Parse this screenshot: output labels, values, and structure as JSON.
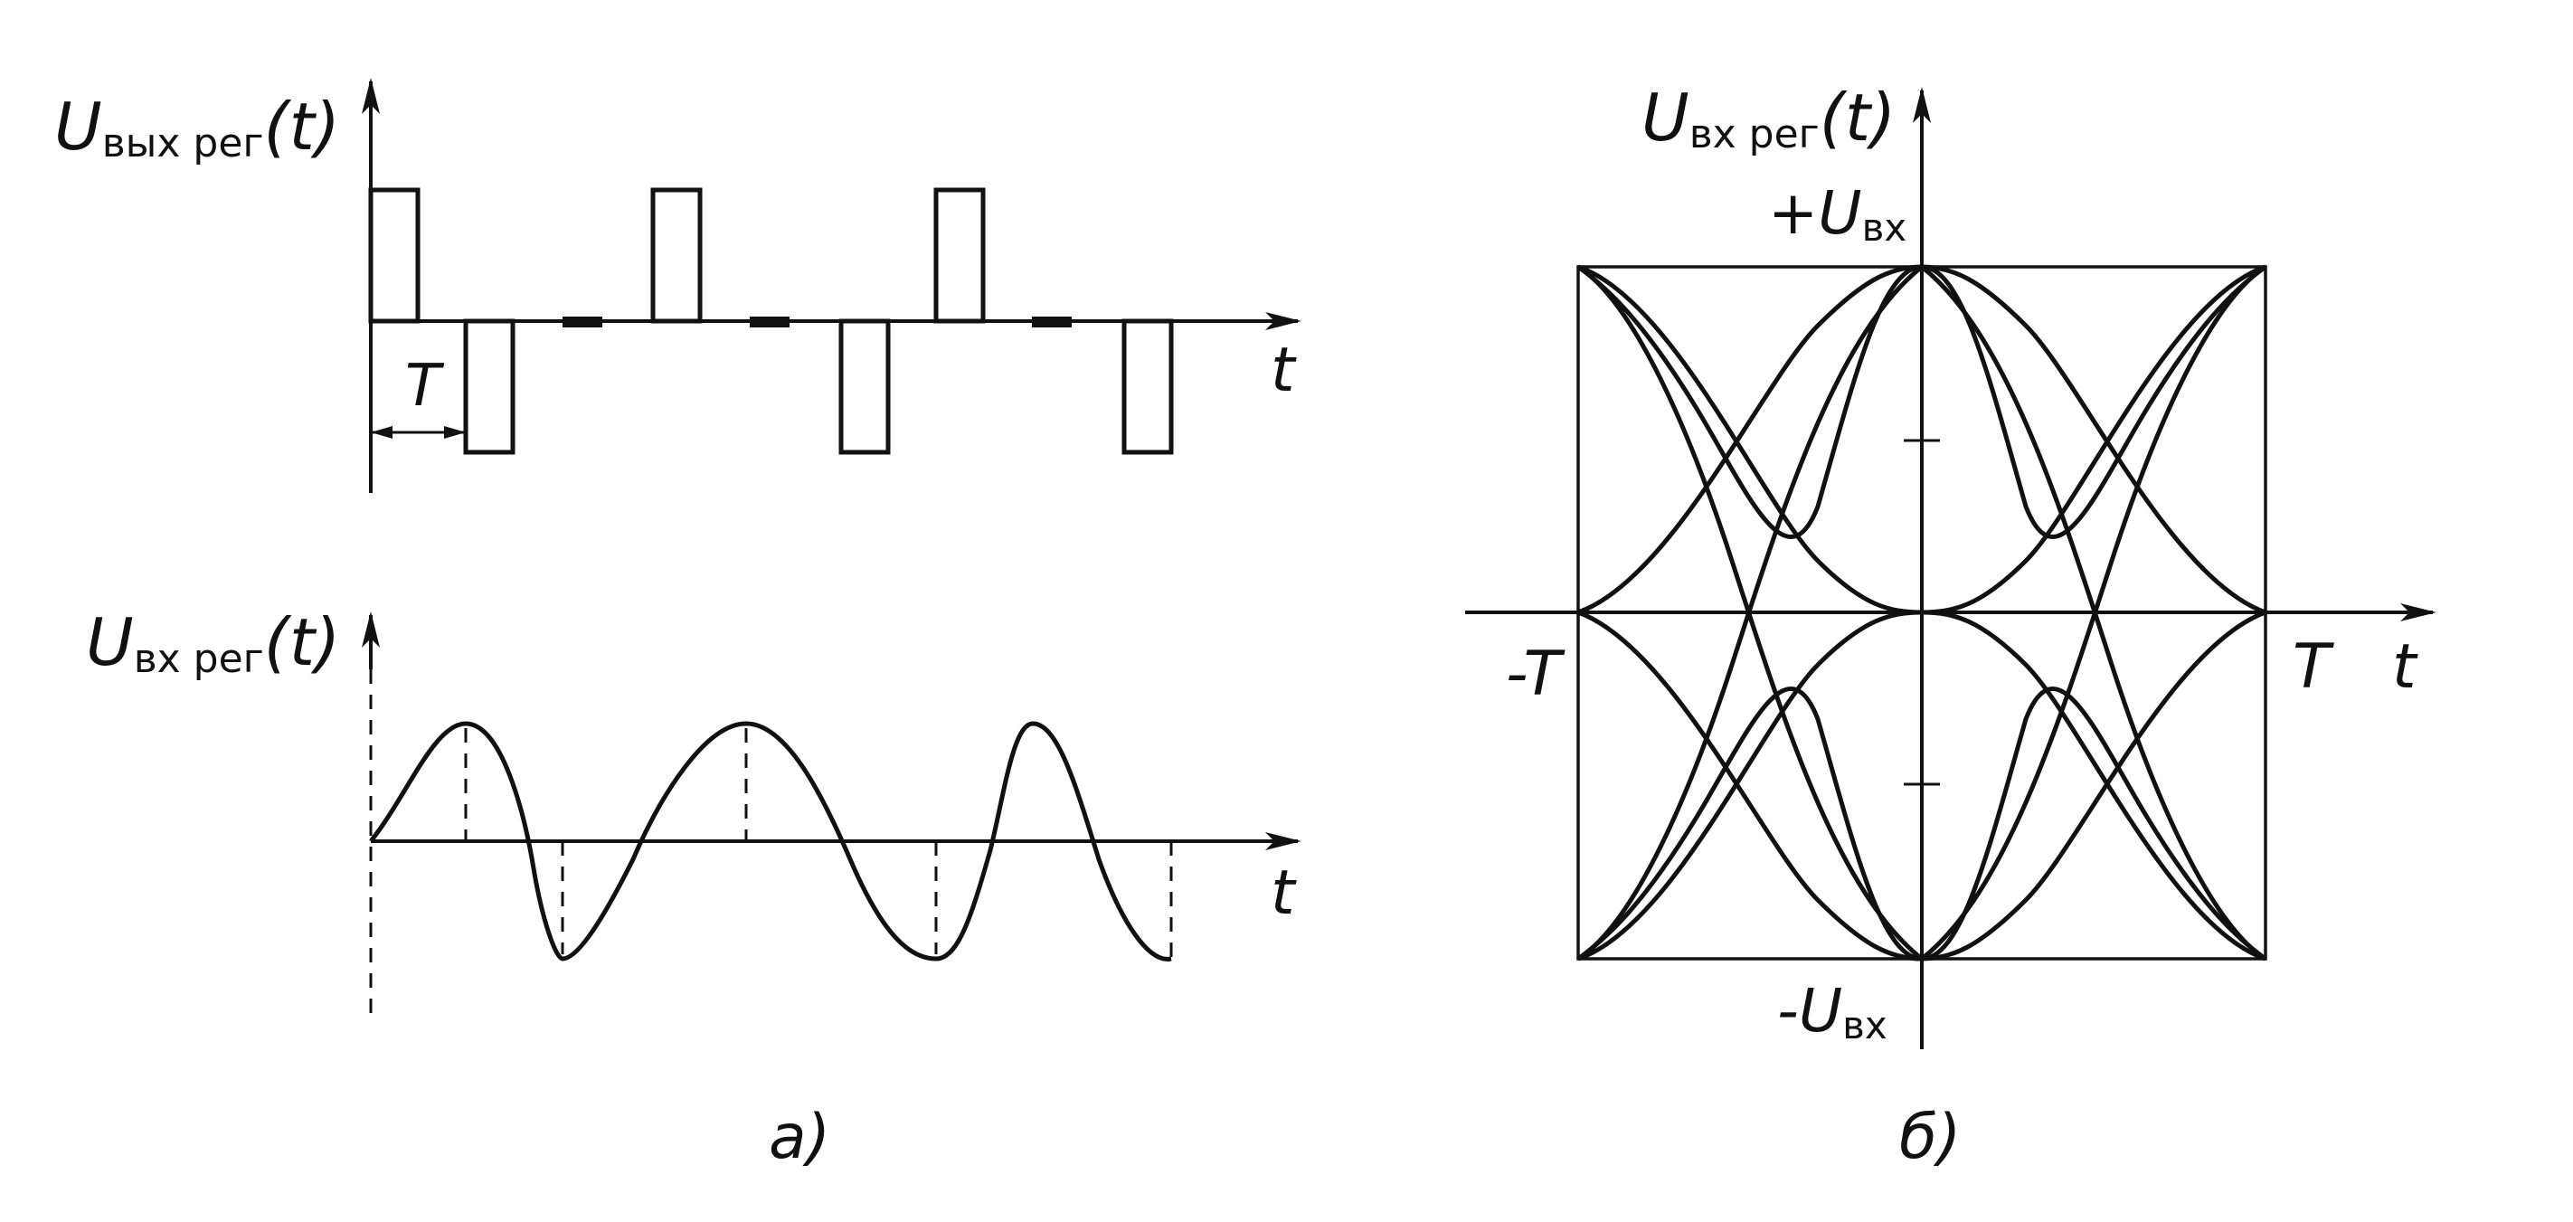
{
  "panel_a": {
    "top_plot": {
      "ylabel_main": "U",
      "ylabel_sub": "вых рег",
      "ylabel_arg": "(t)",
      "xlabel": "t",
      "period_label": "T"
    },
    "bottom_plot": {
      "ylabel_main": "U",
      "ylabel_sub": "вх рег",
      "ylabel_arg": "(t)",
      "xlabel": "t"
    },
    "caption": "а)"
  },
  "panel_b": {
    "ylabel_main": "U",
    "ylabel_sub": "вх рег",
    "ylabel_arg": "(t)",
    "xlabel": "t",
    "plus_level_main": "+U",
    "plus_level_sub": "вх",
    "minus_level_main": "-U",
    "minus_level_sub": "вх",
    "left_tick": "-T",
    "right_tick": "T",
    "caption": "б)"
  }
}
